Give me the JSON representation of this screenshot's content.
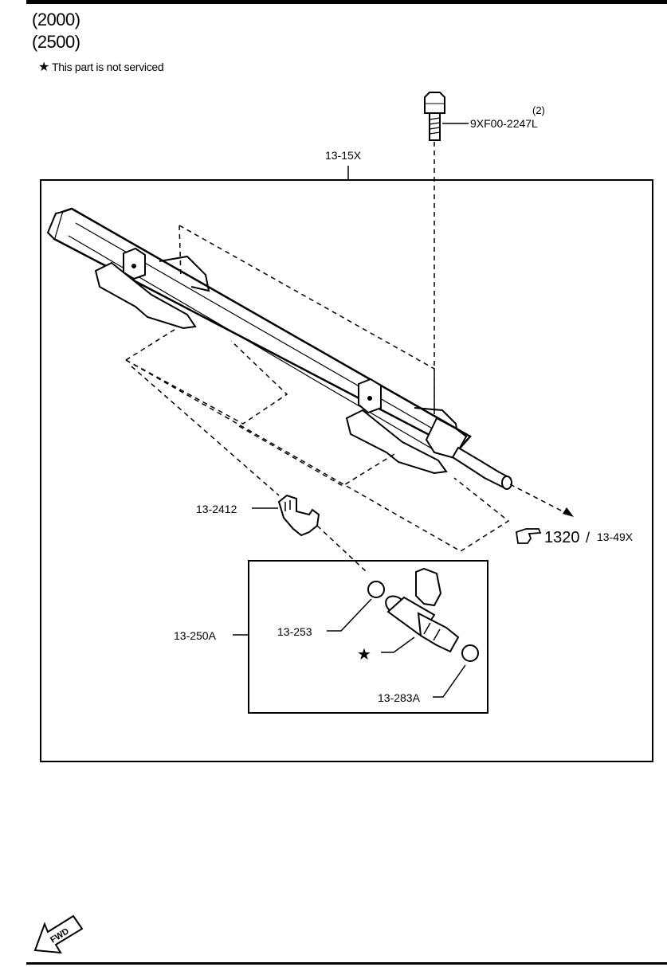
{
  "header": {
    "model_line_1": "(2000)",
    "model_line_2": "(2500)",
    "note_star": "★",
    "note_text": "This part is not serviced"
  },
  "callouts": {
    "bolt_part": "9XF00-2247L",
    "bolt_qty": "(2)",
    "rail_assembly": "13-15X",
    "clip": "13-2412",
    "injector_assembly": "13-250A",
    "upper_oring": "13-253",
    "lower_oring": "13-283A",
    "injector_star": "★",
    "ref_main": "1320",
    "ref_sep": "/",
    "ref_alt": "13-49X"
  },
  "icons": {
    "ref_hand": "pointing-hand-icon",
    "fwd": "fwd-arrow-icon",
    "fwd_text": "FWD"
  }
}
